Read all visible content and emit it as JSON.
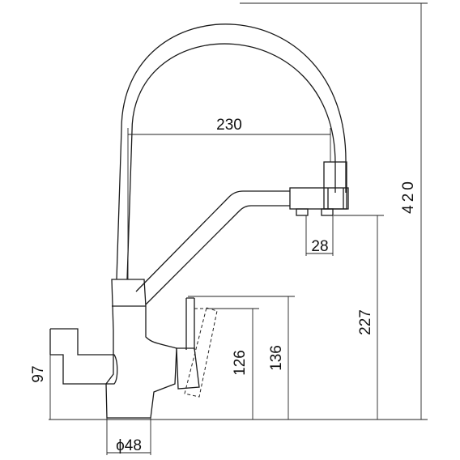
{
  "drawing": {
    "dimensions": {
      "reach": "230",
      "total_height": "420",
      "spout_height": "227",
      "aerator_width": "28",
      "lever_height": "97",
      "filter_spout_height_126": "126",
      "filter_spout_height_136": "136",
      "base_diameter": "ϕ48"
    }
  }
}
